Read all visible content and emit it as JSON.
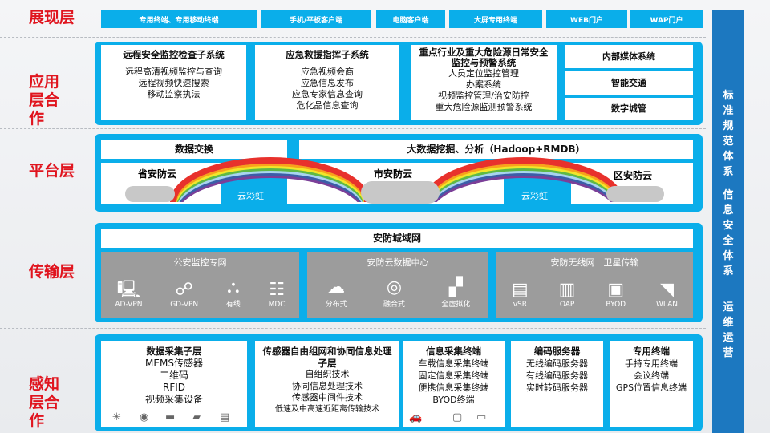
{
  "layers": {
    "presentation": "展现层",
    "application": "应用层合作",
    "platform": "平台层",
    "transport": "传输层",
    "perception": "感知层合作"
  },
  "presentation": [
    "专用终端、专用移动终端",
    "手机/平板客户端",
    "电脑客户端",
    "大屏专用终端",
    "WEB门户",
    "WAP门户"
  ],
  "application": {
    "col1": {
      "title": "远程安全监控检查子系统",
      "items": [
        "远程高清视频监控与查询",
        "远程视频快速搜索",
        "移动监察执法"
      ]
    },
    "col2": {
      "title": "应急救援指挥子系统",
      "items": [
        "应急视频会商",
        "应急信息发布",
        "应急专家信息查询",
        "危化品信息查询"
      ]
    },
    "col3": {
      "title": "重点行业及重大危险源日常安全监控与预警系统",
      "items": [
        "人员定位监控管理",
        "办案系统",
        "视频监控管理/治安防控",
        "重大危险源监测预警系统"
      ]
    },
    "col4": [
      "内部媒体系统",
      "智能交通",
      "数字城管"
    ]
  },
  "platform": {
    "exchange": "数据交换",
    "bigdata": "大数据挖掘、分析（Hadoop+RMDB）",
    "province": "省安防云",
    "city": "市安防云",
    "district": "区安防云",
    "rainbow": "云彩虹"
  },
  "transport": {
    "metro": "安防城域网",
    "groups": [
      {
        "title": "公安监控专网",
        "items": [
          {
            "label": "AD-VPN",
            "icon": "computer-icon"
          },
          {
            "label": "GD-VPN",
            "icon": "user-network-icon"
          },
          {
            "label": "有线",
            "icon": "wired-network-icon"
          },
          {
            "label": "MDC",
            "icon": "database-stack-icon"
          }
        ]
      },
      {
        "title": "安防云数据中心",
        "items": [
          {
            "label": "分布式",
            "icon": "cloud-distributed-icon"
          },
          {
            "label": "融合式",
            "icon": "globe-icon"
          },
          {
            "label": "全虚拟化",
            "icon": "virtualization-icon"
          }
        ]
      },
      {
        "title": "安防无线网　卫星传输",
        "items": [
          {
            "label": "vSR",
            "icon": "server-icon"
          },
          {
            "label": "OAP",
            "icon": "access-point-icon"
          },
          {
            "label": "BYOD",
            "icon": "tablet-icon"
          },
          {
            "label": "WLAN",
            "icon": "wifi-icon"
          }
        ]
      }
    ]
  },
  "perception": {
    "col1": {
      "title": "数据采集子层",
      "items": [
        "MEMS传感器",
        "二维码",
        "RFID",
        "视频采集设备"
      ]
    },
    "col2": {
      "title": "传感器自由组网和协同信息处理子层",
      "items": [
        "自组织技术",
        "协同信息处理技术",
        "传感器中间件技术",
        "低速及中高速近距离传输技术"
      ]
    },
    "col3": {
      "title": "信息采集终端",
      "items": [
        "车载信息采集终端",
        "固定信息采集终端",
        "便携信息采集终端",
        "BYOD终端"
      ]
    },
    "col4": {
      "title": "编码服务器",
      "items": [
        "无线编码服务器",
        "有线编码服务器",
        "实时转码服务器"
      ]
    },
    "col5": {
      "title": "专用终端",
      "items": [
        "手持专用终端",
        "会议终端",
        "GPS位置信息终端"
      ]
    }
  },
  "right_bar": [
    "标准规范体系",
    "信息安全体系",
    "运维运营"
  ],
  "colors": {
    "panel": "#0aaeea",
    "label": "#e0141e",
    "bar": "#1c78c0",
    "gray": "#9c9c9c"
  }
}
